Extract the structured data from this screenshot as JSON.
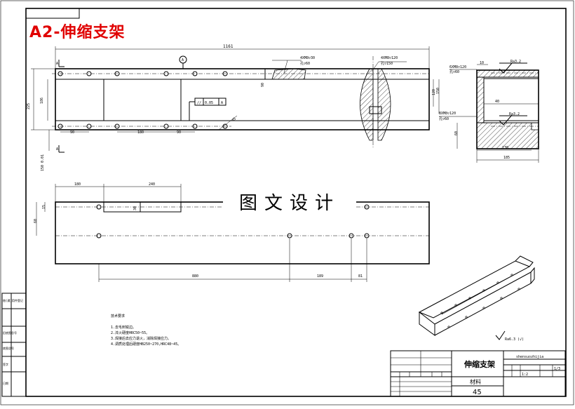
{
  "title": "A2-伸缩支架",
  "watermark": "图文设计",
  "top_view": {
    "overall_length": "1161",
    "hole_callout_left": "4XM8▽30",
    "hole_callout_left_sub": "孔▽60",
    "hole_callout_right": "4XM8▽120",
    "hole_callout_right_sub": "孔▽150",
    "datum": "A",
    "section_mark": "A",
    "dim_90_a": "90",
    "dim_180": "180",
    "dim_90_b": "90",
    "dim_186": "186",
    "dim_225": "225",
    "dim_150": "150 0.01",
    "dim_90_web": "90",
    "dim_120": "120",
    "dim_150_r": "150",
    "dim_tol": "0.05",
    "tol_datum": "A",
    "dim_45": "45"
  },
  "side_view": {
    "callout_top": "6XM8▽120",
    "callout_top_sub": "孔▽60",
    "callout_bottom": "8XM8▽120",
    "callout_bottom_sub": "孔▽60",
    "dim_10": "10",
    "ra_top": "Ra3.2",
    "ra_mid": "Ra3.2",
    "dim_40": "40",
    "dim_60": "60",
    "dim_138": "138",
    "dim_185": "185"
  },
  "bottom_view": {
    "dim_180": "180",
    "dim_240": "240",
    "dim_15": "15",
    "dim_60": "60",
    "dim_30": "30",
    "dim_880": "880",
    "dim_189": "189",
    "dim_81": "81"
  },
  "notes": {
    "heading": "技术要求",
    "items": [
      "1.去毛刺锐边。",
      "2.淬火硬度HRC50~55。",
      "3.焊接后去应力退火，消除焊接应力。",
      "4.调质处理后硬度HB250~270,HRC48~45。"
    ]
  },
  "surface_note": "Ra6.3 (√)",
  "title_block": {
    "part_name": "伸缩支架",
    "material_label": "材料",
    "quantity": "45",
    "pinyin": "shensuozhijia",
    "scale": "1:2",
    "sheet": "1/3"
  },
  "left_strip": {
    "labels": [
      "借(通)用件登记",
      "旧底图总号",
      "底图总号",
      "签字",
      "日期"
    ]
  }
}
